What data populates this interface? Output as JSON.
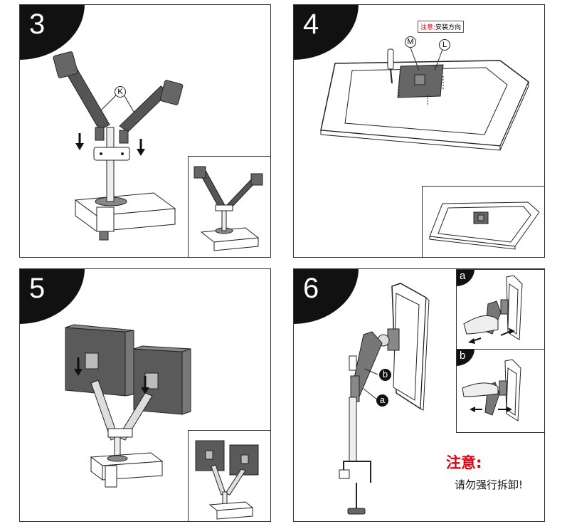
{
  "steps": [
    {
      "number": "3",
      "callouts": {
        "k": "K"
      }
    },
    {
      "number": "4",
      "warning_label": "注意:",
      "warning_text": "安装方向",
      "callouts": {
        "m": "M",
        "l": "L"
      }
    },
    {
      "number": "5"
    },
    {
      "number": "6",
      "callouts": {
        "a": "a",
        "b": "b"
      },
      "inset_a": "a",
      "inset_b": "b",
      "notice_title": "注意:",
      "notice_text": "请勿强行拆卸!"
    }
  ],
  "colors": {
    "ink": "#1a1a1a",
    "metal": "#555555",
    "screen": "#5a5a5a",
    "warning": "#e60012"
  }
}
